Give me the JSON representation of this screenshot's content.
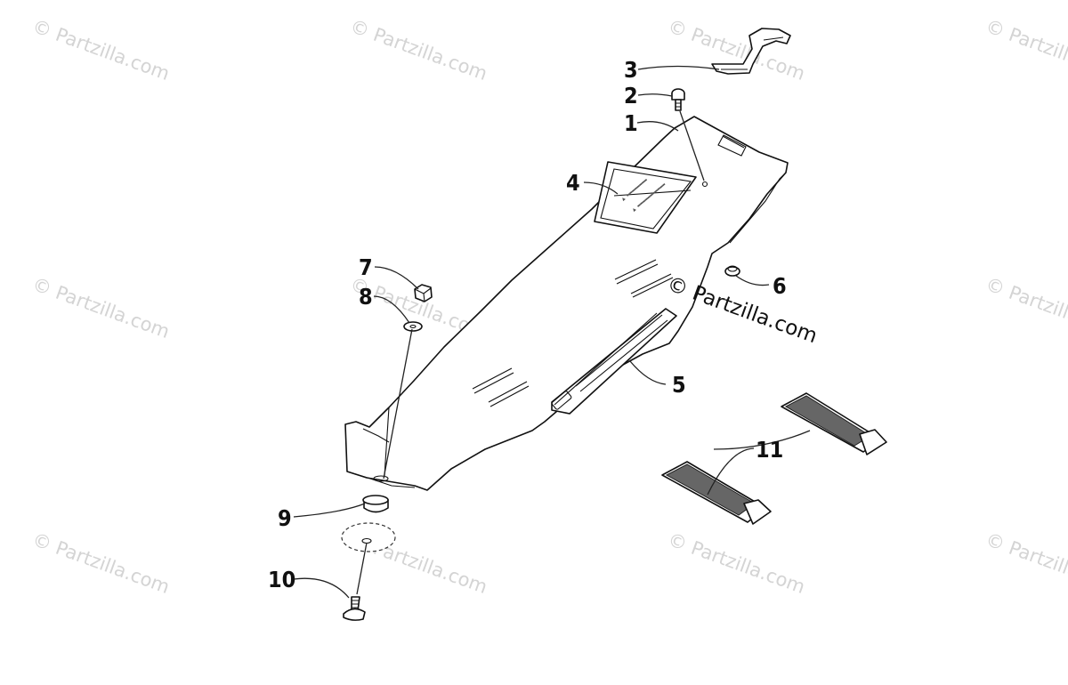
{
  "watermarks": {
    "text": "© Partzilla.com",
    "main_text": "© Partzilla.com"
  },
  "callouts": [
    {
      "id": "1",
      "label": "1"
    },
    {
      "id": "2",
      "label": "2"
    },
    {
      "id": "3",
      "label": "3"
    },
    {
      "id": "4",
      "label": "4"
    },
    {
      "id": "5",
      "label": "5"
    },
    {
      "id": "6",
      "label": "6"
    },
    {
      "id": "7",
      "label": "7"
    },
    {
      "id": "8",
      "label": "8"
    },
    {
      "id": "9",
      "label": "9"
    },
    {
      "id": "10",
      "label": "10"
    },
    {
      "id": "11",
      "label": "11"
    }
  ]
}
